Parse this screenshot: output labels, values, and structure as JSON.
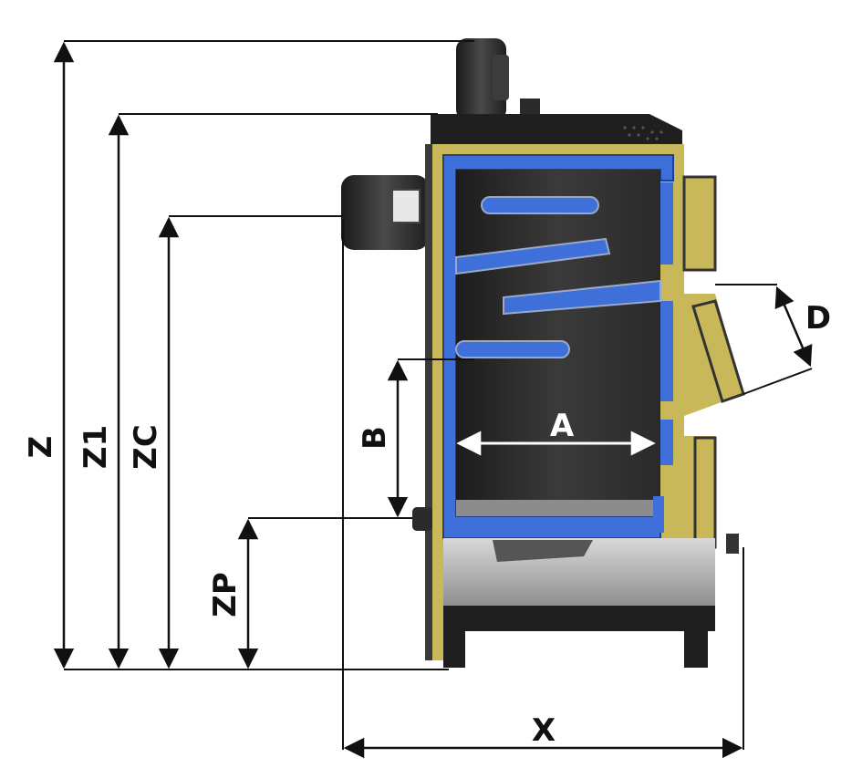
{
  "labels": {
    "z": "Z",
    "z1": "Z1",
    "zc": "ZC",
    "zp": "ZP",
    "b": "B",
    "a": "A",
    "d": "D",
    "x": "X"
  },
  "colors": {
    "boiler_body": "#2b2b2b",
    "water_jacket": "#3f6fd8",
    "insulation": "#c9b85a",
    "dimension_line": "#111111"
  }
}
